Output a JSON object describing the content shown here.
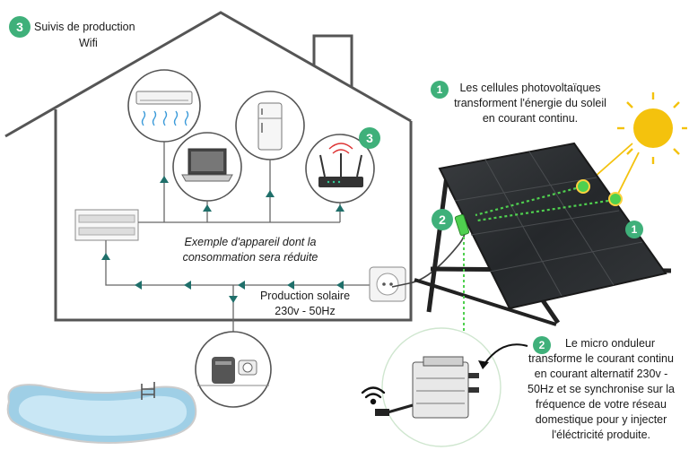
{
  "colors": {
    "accent_green": "#3fb07a",
    "arrow_teal": "#1f6f6a",
    "outline": "#555555",
    "panel": "#2b2e31",
    "sun": "#f4c20d",
    "pool_water": "#bfe0f3"
  },
  "steps": {
    "step1": {
      "badge": "1",
      "line1": "Les cellules photovoltaïques",
      "line2": "transforment l'énergie du soleil",
      "line3": "en courant continu."
    },
    "step2": {
      "badge": "2",
      "line1": "Le micro onduleur",
      "line2": "transforme le courant continu",
      "line3": "en courant alternatif 230v -",
      "line4": "50Hz et se synchronise sur la",
      "line5": "fréquence de votre réseau",
      "line6": "domestique pour y injecter",
      "line7": "l'éléctricité produite."
    },
    "step3": {
      "badge": "3",
      "line1": "Suivis de production",
      "line2": "Wifi"
    }
  },
  "house": {
    "appliances_caption_line1": "Exemple d'appareil dont la",
    "appliances_caption_line2": "consommation sera réduite",
    "production_line1": "Production solaire",
    "production_line2": "230v - 50Hz"
  },
  "icons": [
    "air-conditioner-icon",
    "laptop-icon",
    "refrigerator-icon",
    "wifi-router-icon",
    "breaker-panel-icon",
    "power-outlet-icon",
    "pool-pump-icon",
    "sun-icon",
    "solar-panel-icon",
    "microinverter-icon",
    "wifi-signal-icon",
    "pool-icon"
  ]
}
